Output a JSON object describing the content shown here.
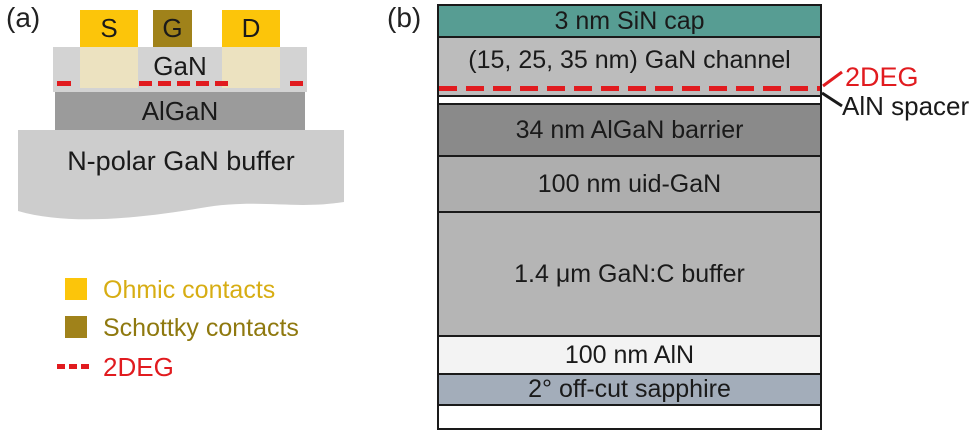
{
  "colors": {
    "yellow": "#fcc50a",
    "olive": "#a0821a",
    "cream": "#ece2c0",
    "red": "#e11b1f",
    "gan_gray": "#d3d3d3",
    "algan_gray": "#9b9b9b",
    "buffer_gray": "#cdcdcd",
    "ohmic_text": "#d7ad13",
    "schottky_text": "#8f790f",
    "black": "#1a1a1a"
  },
  "panel_a": {
    "label": "(a)",
    "source_label": "S",
    "gate_label": "G",
    "drain_label": "D",
    "gan_label": "GaN",
    "algan_label": "AlGaN",
    "buffer_label": "N-polar GaN buffer",
    "legend": {
      "ohmic": "Ohmic contacts",
      "schottky": "Schottky contacts",
      "two_deg": "2DEG"
    }
  },
  "panel_b": {
    "label": "(b)",
    "layers": [
      {
        "label": "3 nm SiN cap",
        "color": "#579d93"
      },
      {
        "label": "(15, 25, 35 nm) GaN channel",
        "color": "#bcbcbc"
      },
      {
        "label": "",
        "color": "#ffffff"
      },
      {
        "label": "34 nm AlGaN barrier",
        "color": "#8a8a8a"
      },
      {
        "label": "100 nm uid-GaN",
        "color": "#aeaeae"
      },
      {
        "label": "1.4 μm GaN:C buffer",
        "color": "#b5b5b5"
      },
      {
        "label": "100 nm AlN",
        "color": "#f3f3f3"
      },
      {
        "label": "2° off-cut sapphire",
        "color": "#a3adba"
      }
    ],
    "annotations": {
      "two_deg": "2DEG",
      "aln_spacer": "AlN spacer"
    }
  }
}
